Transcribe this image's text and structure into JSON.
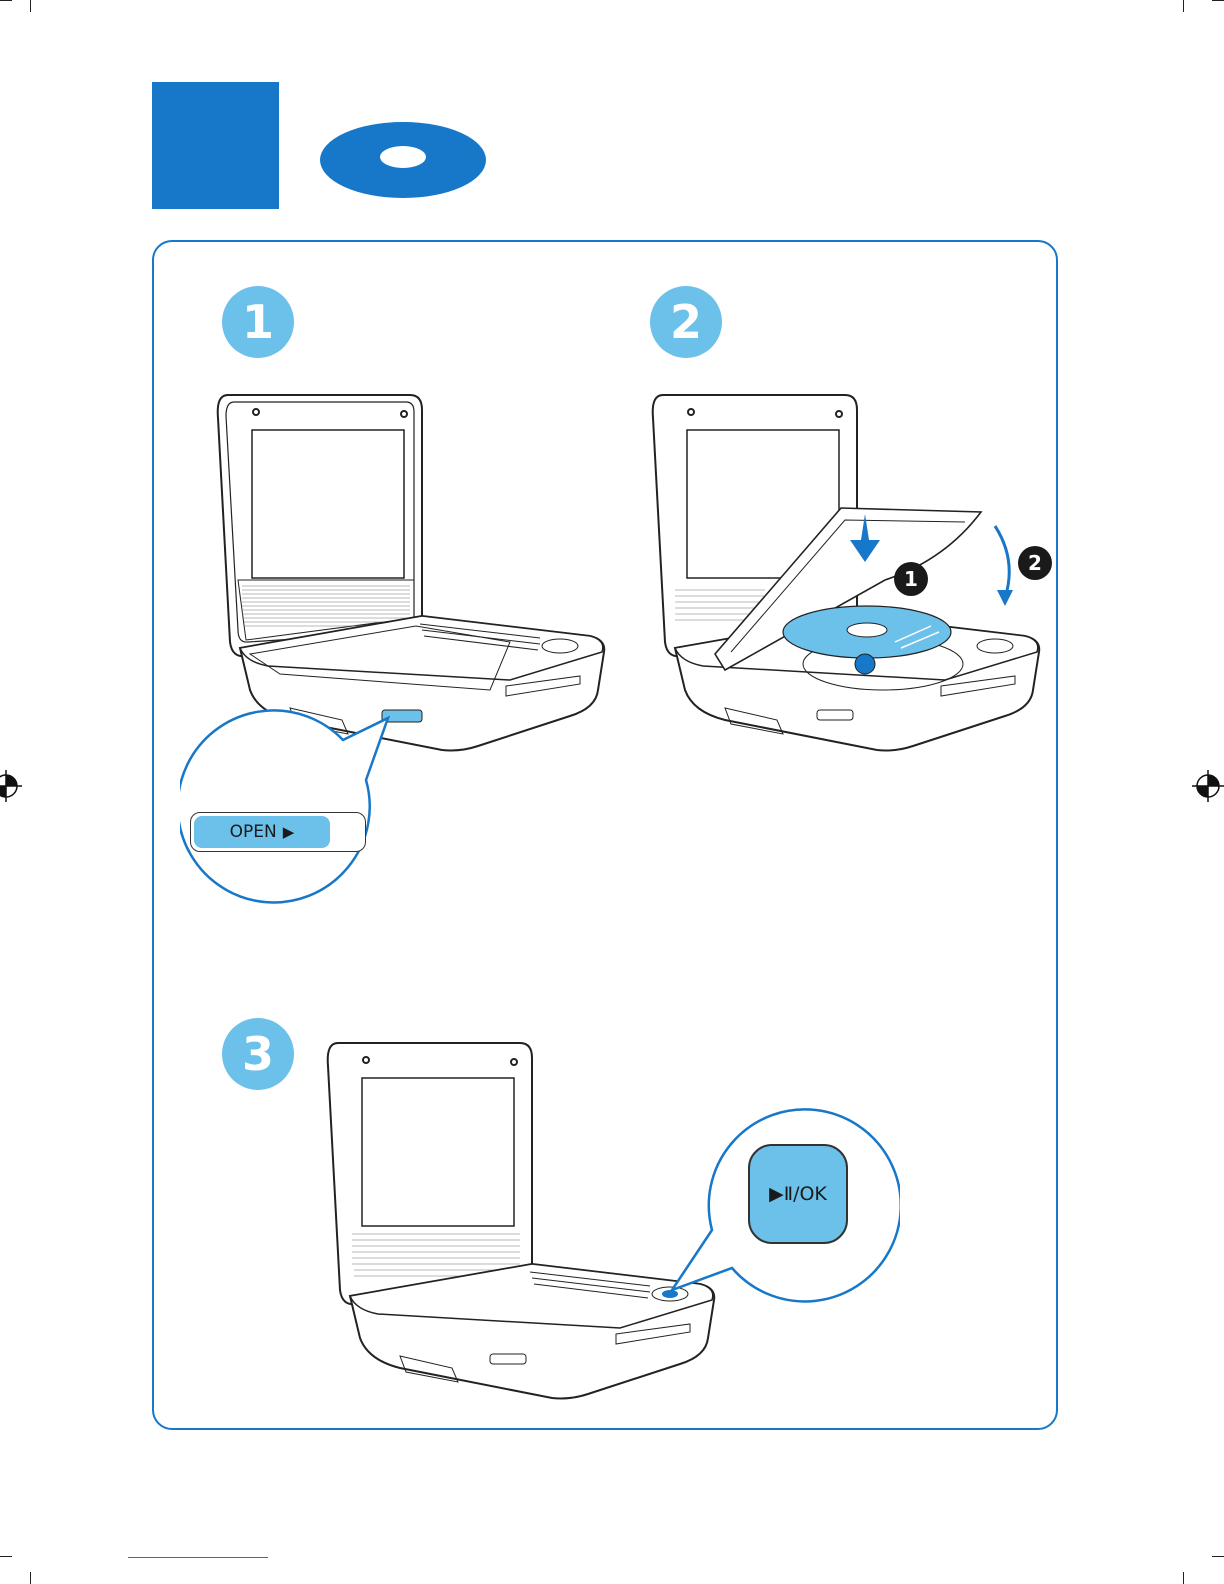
{
  "page": {
    "background": "#ffffff"
  },
  "colors": {
    "accent": "#1777c8",
    "light_blue": "#6cc1ea",
    "line": "#333333"
  },
  "header": {
    "disc_icon": "disc-icon"
  },
  "steps": [
    {
      "number": "1",
      "callout_label": "OPEN",
      "callout_icon": "play-triangle-icon"
    },
    {
      "number": "2",
      "markers": [
        "1",
        "2"
      ]
    },
    {
      "number": "3",
      "callout_label": "▶Ⅱ/OK"
    }
  ]
}
